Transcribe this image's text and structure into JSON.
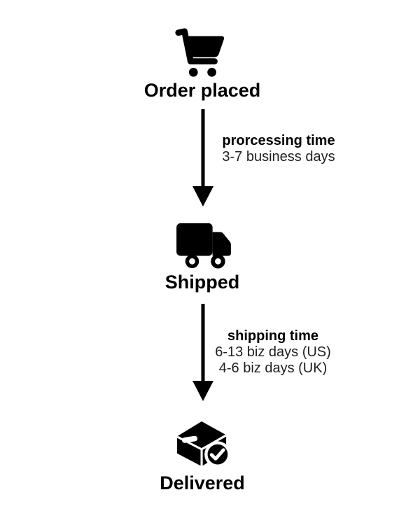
{
  "colors": {
    "ink": "#000000",
    "detail_text": "#1f1f1f",
    "background": "#ffffff"
  },
  "flow": {
    "steps": [
      {
        "label": "Order placed",
        "icon": "shopping-cart-icon"
      },
      {
        "label": "Shipped",
        "icon": "delivery-truck-icon"
      },
      {
        "label": "Delivered",
        "icon": "package-delivered-icon"
      }
    ],
    "transitions": [
      {
        "title": "prorcessing time",
        "details": [
          "3-7 business days"
        ]
      },
      {
        "title": "shipping time",
        "details": [
          "6-13 biz days (US)",
          "4-6 biz days (UK)"
        ]
      }
    ]
  }
}
